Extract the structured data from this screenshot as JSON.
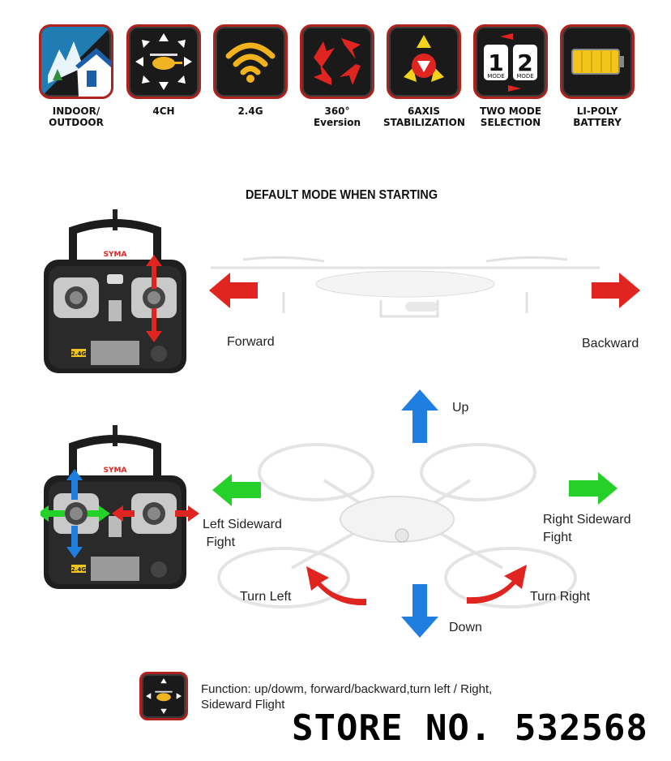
{
  "features": [
    {
      "icon": "indoor-outdoor-icon",
      "label": "INDOOR/\nOUTDOOR"
    },
    {
      "icon": "helicopter-4ch-icon",
      "label": "4CH"
    },
    {
      "icon": "wifi-icon",
      "label": "2.4G"
    },
    {
      "icon": "rotate-arrows-icon",
      "label": "360°\nEversion"
    },
    {
      "icon": "six-axis-icon",
      "label": "6AXIS\nSTABILIZATION"
    },
    {
      "icon": "two-mode-icon",
      "label": "TWO MODE\nSELECTION"
    },
    {
      "icon": "battery-icon",
      "label": "LI-POLY\nBATTERY"
    }
  ],
  "mode_icon_text": {
    "one": "1",
    "two": "2",
    "mode": "MODE"
  },
  "heading": "DEFAULT MODE WHEN STARTING",
  "controller": {
    "brand": "SYMA",
    "band": "2.4G"
  },
  "directions": {
    "forward": "Forward",
    "backward": "Backward",
    "up": "Up",
    "down": "Down",
    "left_sideward": "Left Sideward\n Fight",
    "right_sideward": "Right Sideward\nFight",
    "turn_left": "Turn Left",
    "turn_right": "Turn Right"
  },
  "function_text": "Function: up/dowm, forward/backward,turn left / Right,\nSideward Flight",
  "store": "STORE NO. 532568",
  "colors": {
    "red": "#e0241f",
    "blue": "#1f7fe0",
    "green": "#25d129",
    "badge_border": "#b0221e"
  }
}
